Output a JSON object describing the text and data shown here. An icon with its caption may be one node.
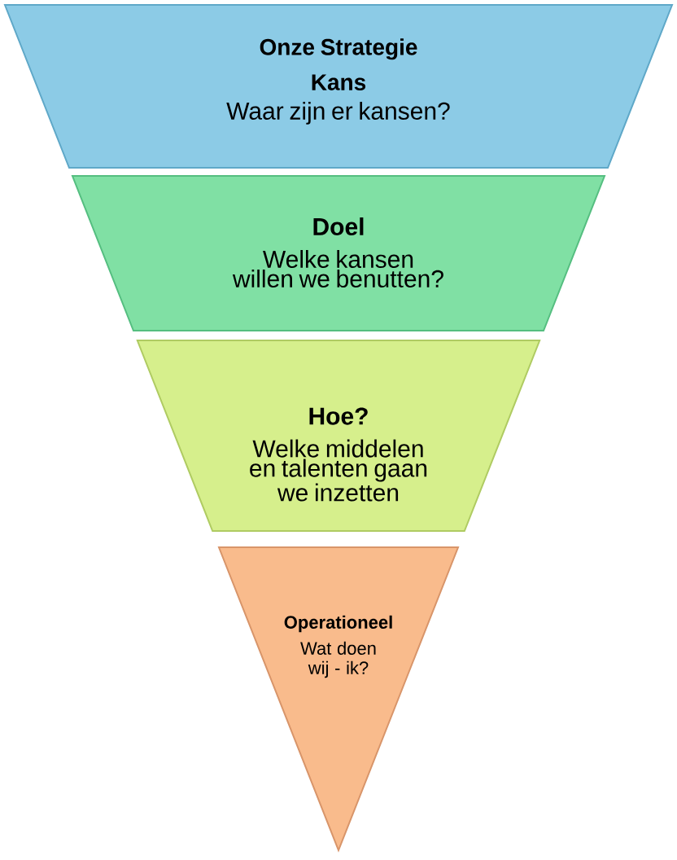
{
  "diagram": {
    "nodes": [
      {
        "text": [
          "Onze Strategie",
          "Kans",
          "Waar zijn er kansen?"
        ]
      },
      {
        "text": [
          "Doel",
          "Welke kansen willen we benutten?"
        ]
      },
      {
        "text": [
          "Hoe?",
          "Welke middelen en talenten gaan we inzetten"
        ]
      },
      {
        "text": [
          "Operationeel",
          "Wat doen wij - ik?"
        ]
      }
    ]
  }
}
